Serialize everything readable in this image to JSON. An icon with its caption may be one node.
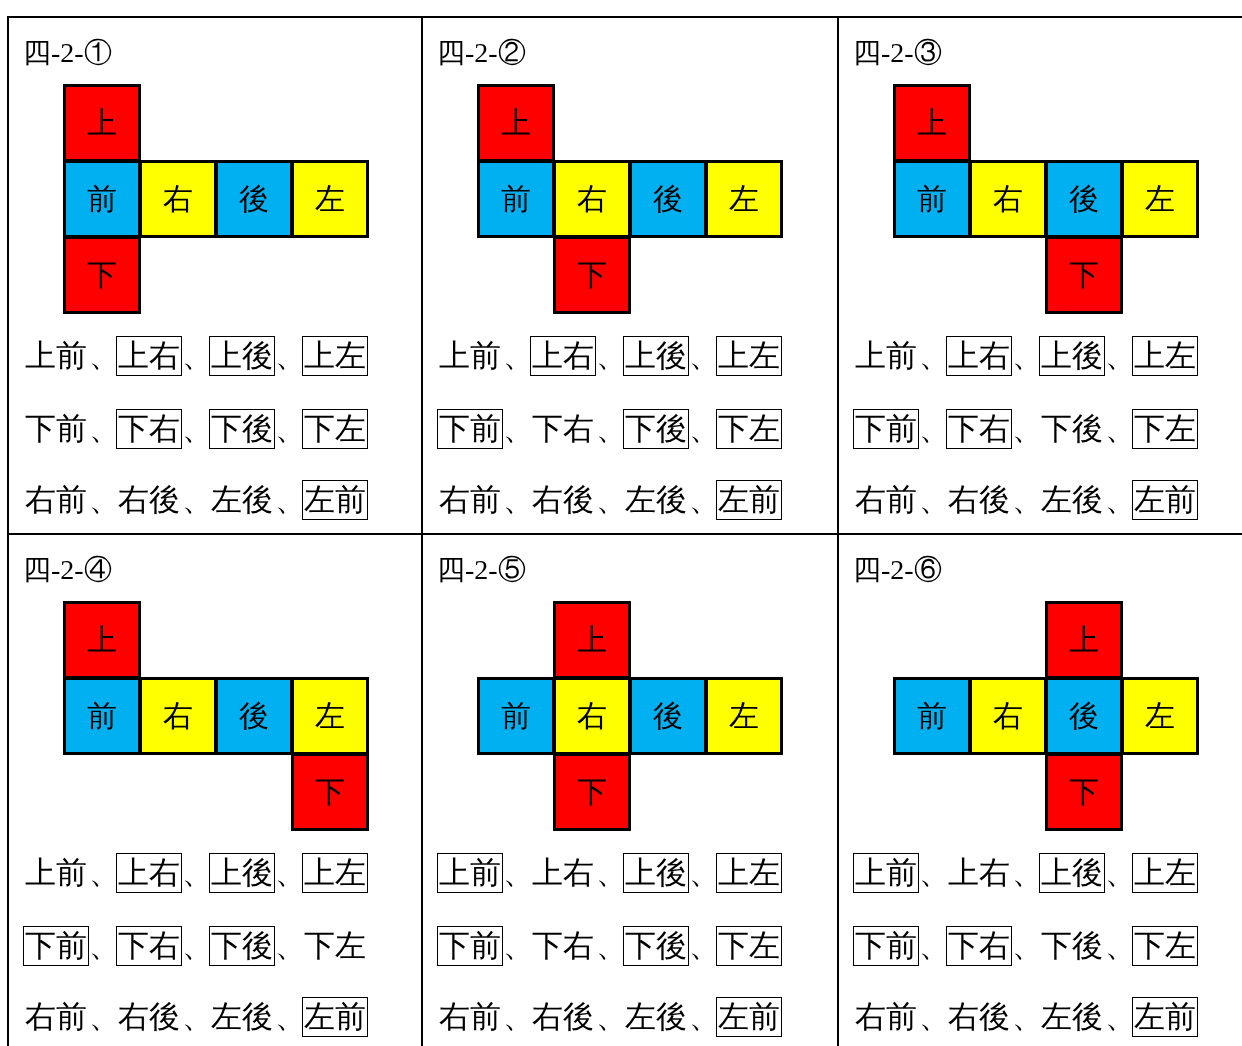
{
  "diagram": {
    "nodes": [
      {
        "text": [
          "四-2-①"
        ]
      },
      {
        "text": [
          "上"
        ],
        "in": 0
      },
      {
        "text": [
          "前"
        ],
        "in": 0
      },
      {
        "text": [
          "右"
        ],
        "in": 0
      },
      {
        "text": [
          "後"
        ],
        "in": 0
      },
      {
        "text": [
          "左"
        ],
        "in": 0
      },
      {
        "text": [
          "下"
        ],
        "in": 0
      },
      {
        "text": [
          "上前"
        ],
        "in": 0,
        "beside": [
          "、"
        ]
      },
      {
        "text": [
          "上右"
        ],
        "in": 0,
        "beside": [
          "、"
        ]
      },
      {
        "text": [
          "上後"
        ],
        "in": 0,
        "beside": [
          "、"
        ]
      },
      {
        "text": [
          "上左"
        ],
        "in": 0
      },
      {
        "text": [
          "下前"
        ],
        "in": 0,
        "beside": [
          "、"
        ]
      },
      {
        "text": [
          "下右"
        ],
        "in": 0,
        "beside": [
          "、"
        ]
      },
      {
        "text": [
          "下後"
        ],
        "in": 0,
        "beside": [
          "、"
        ]
      },
      {
        "text": [
          "下左"
        ],
        "in": 0
      },
      {
        "text": [
          "右前"
        ],
        "in": 0,
        "beside": [
          "、"
        ]
      },
      {
        "text": [
          "右後"
        ],
        "in": 0,
        "beside": [
          "、"
        ]
      },
      {
        "text": [
          "左後"
        ],
        "in": 0,
        "beside": [
          "、"
        ]
      },
      {
        "text": [
          "左前"
        ],
        "in": 0
      },
      {
        "text": [
          "四-2-②"
        ]
      },
      {
        "text": [
          "上"
        ],
        "in": 19
      },
      {
        "text": [
          "前"
        ],
        "in": 19
      },
      {
        "text": [
          "右"
        ],
        "in": 19
      },
      {
        "text": [
          "後"
        ],
        "in": 19
      },
      {
        "text": [
          "左"
        ],
        "in": 19
      },
      {
        "text": [
          "下"
        ],
        "in": 19
      },
      {
        "text": [
          "上前"
        ],
        "in": 19,
        "beside": [
          "、"
        ]
      },
      {
        "text": [
          "上右"
        ],
        "in": 19,
        "beside": [
          "、"
        ]
      },
      {
        "text": [
          "上後"
        ],
        "in": 19,
        "beside": [
          "、"
        ]
      },
      {
        "text": [
          "上左"
        ],
        "in": 19
      },
      {
        "text": [
          "下前"
        ],
        "in": 19,
        "beside": [
          "、"
        ]
      },
      {
        "text": [
          "下右"
        ],
        "in": 19,
        "beside": [
          "、"
        ]
      },
      {
        "text": [
          "下後"
        ],
        "in": 19,
        "beside": [
          "、"
        ]
      },
      {
        "text": [
          "下左"
        ],
        "in": 19
      },
      {
        "text": [
          "右前"
        ],
        "in": 19,
        "beside": [
          "、"
        ]
      },
      {
        "text": [
          "右後"
        ],
        "in": 19,
        "beside": [
          "、"
        ]
      },
      {
        "text": [
          "左後"
        ],
        "in": 19,
        "beside": [
          "、"
        ]
      },
      {
        "text": [
          "左前"
        ],
        "in": 19
      },
      {
        "text": [
          "四-2-③"
        ]
      },
      {
        "text": [
          "上"
        ],
        "in": 38
      },
      {
        "text": [
          "前"
        ],
        "in": 38
      },
      {
        "text": [
          "右"
        ],
        "in": 38
      },
      {
        "text": [
          "後"
        ],
        "in": 38
      },
      {
        "text": [
          "左"
        ],
        "in": 38
      },
      {
        "text": [
          "下"
        ],
        "in": 38
      },
      {
        "text": [
          "上前"
        ],
        "in": 38,
        "beside": [
          "、"
        ]
      },
      {
        "text": [
          "上右"
        ],
        "in": 38,
        "beside": [
          "、"
        ]
      },
      {
        "text": [
          "上後"
        ],
        "in": 38,
        "beside": [
          "、"
        ]
      },
      {
        "text": [
          "上左"
        ],
        "in": 38
      },
      {
        "text": [
          "下前"
        ],
        "in": 38,
        "beside": [
          "、"
        ]
      },
      {
        "text": [
          "下右"
        ],
        "in": 38,
        "beside": [
          "、"
        ]
      },
      {
        "text": [
          "下後"
        ],
        "in": 38,
        "beside": [
          "、"
        ]
      },
      {
        "text": [
          "下左"
        ],
        "in": 38
      },
      {
        "text": [
          "右前"
        ],
        "in": 38,
        "beside": [
          "、"
        ]
      },
      {
        "text": [
          "右後"
        ],
        "in": 38,
        "beside": [
          "、"
        ]
      },
      {
        "text": [
          "左後"
        ],
        "in": 38,
        "beside": [
          "、"
        ]
      },
      {
        "text": [
          "左前"
        ],
        "in": 38
      },
      {
        "text": [
          "四-2-④"
        ]
      },
      {
        "text": [
          "上"
        ],
        "in": 57
      },
      {
        "text": [
          "前"
        ],
        "in": 57
      },
      {
        "text": [
          "右"
        ],
        "in": 57
      },
      {
        "text": [
          "後"
        ],
        "in": 57
      },
      {
        "text": [
          "左"
        ],
        "in": 57
      },
      {
        "text": [
          "下"
        ],
        "in": 57
      },
      {
        "text": [
          "上前"
        ],
        "in": 57,
        "beside": [
          "、"
        ]
      },
      {
        "text": [
          "上右"
        ],
        "in": 57,
        "beside": [
          "、"
        ]
      },
      {
        "text": [
          "上後"
        ],
        "in": 57,
        "beside": [
          "、"
        ]
      },
      {
        "text": [
          "上左"
        ],
        "in": 57
      },
      {
        "text": [
          "下前"
        ],
        "in": 57,
        "beside": [
          "、"
        ]
      },
      {
        "text": [
          "下右"
        ],
        "in": 57,
        "beside": [
          "、"
        ]
      },
      {
        "text": [
          "下後"
        ],
        "in": 57,
        "beside": [
          "、"
        ]
      },
      {
        "text": [
          "下左"
        ],
        "in": 57
      },
      {
        "text": [
          "右前"
        ],
        "in": 57,
        "beside": [
          "、"
        ]
      },
      {
        "text": [
          "右後"
        ],
        "in": 57,
        "beside": [
          "、"
        ]
      },
      {
        "text": [
          "左後"
        ],
        "in": 57,
        "beside": [
          "、"
        ]
      },
      {
        "text": [
          "左前"
        ],
        "in": 57
      },
      {
        "text": [
          "四-2-⑤"
        ]
      },
      {
        "text": [
          "上"
        ],
        "in": 76
      },
      {
        "text": [
          "前"
        ],
        "in": 76
      },
      {
        "text": [
          "右"
        ],
        "in": 76
      },
      {
        "text": [
          "後"
        ],
        "in": 76
      },
      {
        "text": [
          "左"
        ],
        "in": 76
      },
      {
        "text": [
          "下"
        ],
        "in": 76
      },
      {
        "text": [
          "上前"
        ],
        "in": 76,
        "beside": [
          "、"
        ]
      },
      {
        "text": [
          "上右"
        ],
        "in": 76,
        "beside": [
          "、"
        ]
      },
      {
        "text": [
          "上後"
        ],
        "in": 76,
        "beside": [
          "、"
        ]
      },
      {
        "text": [
          "上左"
        ],
        "in": 76
      },
      {
        "text": [
          "下前"
        ],
        "in": 76,
        "beside": [
          "、"
        ]
      },
      {
        "text": [
          "下右"
        ],
        "in": 76,
        "beside": [
          "、"
        ]
      },
      {
        "text": [
          "下後"
        ],
        "in": 76,
        "beside": [
          "、"
        ]
      },
      {
        "text": [
          "下左"
        ],
        "in": 76
      },
      {
        "text": [
          "右前"
        ],
        "in": 76,
        "beside": [
          "、"
        ]
      },
      {
        "text": [
          "右後"
        ],
        "in": 76,
        "beside": [
          "、"
        ]
      },
      {
        "text": [
          "左後"
        ],
        "in": 76,
        "beside": [
          "、"
        ]
      },
      {
        "text": [
          "左前"
        ],
        "in": 76
      },
      {
        "text": [
          "四-2-⑥"
        ]
      },
      {
        "text": [
          "上"
        ],
        "in": 95
      },
      {
        "text": [
          "前"
        ],
        "in": 95
      },
      {
        "text": [
          "右"
        ],
        "in": 95
      },
      {
        "text": [
          "後"
        ],
        "in": 95
      },
      {
        "text": [
          "左"
        ],
        "in": 95
      },
      {
        "text": [
          "下"
        ],
        "in": 95
      },
      {
        "text": [
          "上前"
        ],
        "in": 95,
        "beside": [
          "、"
        ]
      },
      {
        "text": [
          "上右"
        ],
        "in": 95,
        "beside": [
          "、"
        ]
      },
      {
        "text": [
          "上後"
        ],
        "in": 95,
        "beside": [
          "、"
        ]
      },
      {
        "text": [
          "上左"
        ],
        "in": 95
      },
      {
        "text": [
          "下前"
        ],
        "in": 95,
        "beside": [
          "、"
        ]
      },
      {
        "text": [
          "下右"
        ],
        "in": 95,
        "beside": [
          "、"
        ]
      },
      {
        "text": [
          "下後"
        ],
        "in": 95,
        "beside": [
          "、"
        ]
      },
      {
        "text": [
          "下左"
        ],
        "in": 95
      },
      {
        "text": [
          "右前"
        ],
        "in": 95,
        "beside": [
          "、"
        ]
      },
      {
        "text": [
          "右後"
        ],
        "in": 95,
        "beside": [
          "、"
        ]
      },
      {
        "text": [
          "左後"
        ],
        "in": 95,
        "beside": [
          "、"
        ]
      },
      {
        "text": [
          "左前"
        ],
        "in": 95
      }
    ]
  }
}
